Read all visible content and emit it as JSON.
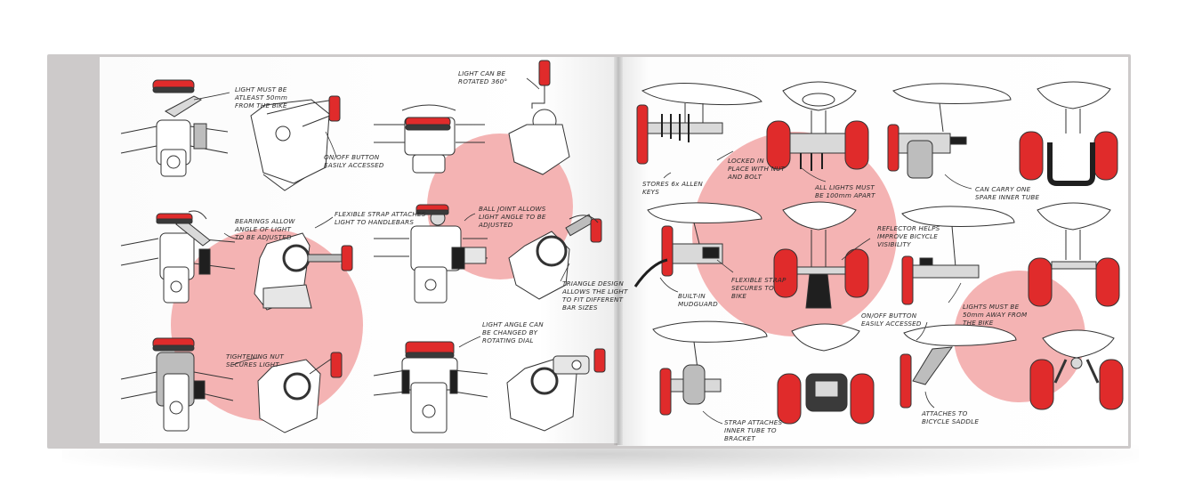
{
  "colors": {
    "circle": "#f4b3b3",
    "light_red": "#e02b2b",
    "light_dark": "#3a3a3a",
    "stroke": "#333333",
    "cover": "#cdcaca"
  },
  "left_page": {
    "notes": [
      "LIGHT MUST BE\nATLEAST 50mm\nFROM THE BIKE",
      "ON/OFF BUTTON\nEASILY ACCESSED",
      "LIGHT CAN BE\nROTATED 360°",
      "BEARINGS ALLOW\nANGLE OF LIGHT\nTO BE ADJUSTED",
      "FLEXIBLE STRAP ATTACHES\nLIGHT TO HANDLEBARS",
      "BALL JOINT ALLOWS\nLIGHT ANGLE TO BE\nADJUSTED",
      "TRIANGLE DESIGN\nALLOWS THE LIGHT\nTO FIT DIFFERENT\nBAR SIZES",
      "TIGHTENING NUT\nSECURES LIGHT",
      "LIGHT ANGLE CAN\nBE CHANGED BY\nROTATING DIAL"
    ]
  },
  "right_page": {
    "notes": [
      "STORES 6x ALLEN\nKEYS",
      "LOCKED IN\nPLACE WITH NUT\nAND BOLT",
      "ALL LIGHTS MUST\nBE 100mm APART",
      "CAN CARRY ONE\nSPARE INNER TUBE",
      "REFLECTOR HELPS\nIMPROVE BICYCLE\nVISIBILITY",
      "BUILT-IN\nMUDGUARD",
      "FLEXIBLE STRAP\nSECURES TO\nBIKE",
      "ON/OFF BUTTON\nEASILY ACCESSED",
      "LIGHTS MUST BE\n50mm AWAY FROM\nTHE BIKE",
      "STRAP ATTACHES\nINNER TUBE TO\nBRACKET",
      "ATTACHES TO\nBICYCLE SADDLE"
    ]
  }
}
